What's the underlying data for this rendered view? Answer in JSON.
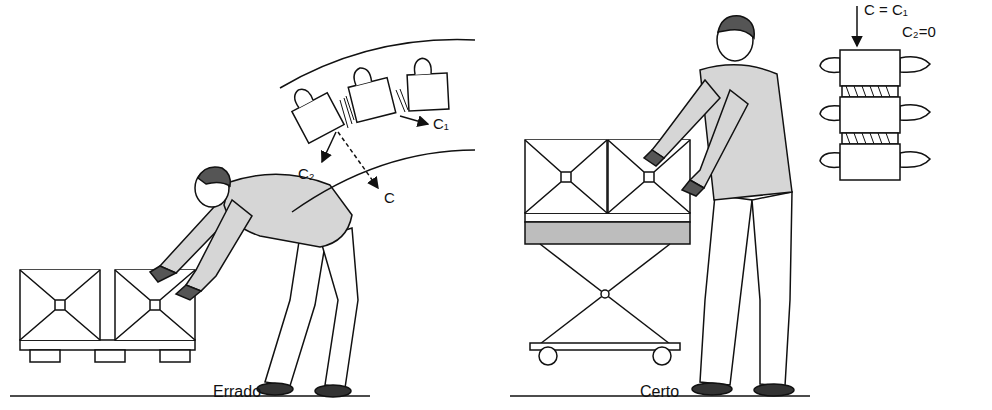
{
  "diagram": {
    "labels": [
      "C₁",
      "C₂",
      "C",
      "Errado",
      "C = C₁",
      "C₂=0",
      "Certo"
    ]
  }
}
